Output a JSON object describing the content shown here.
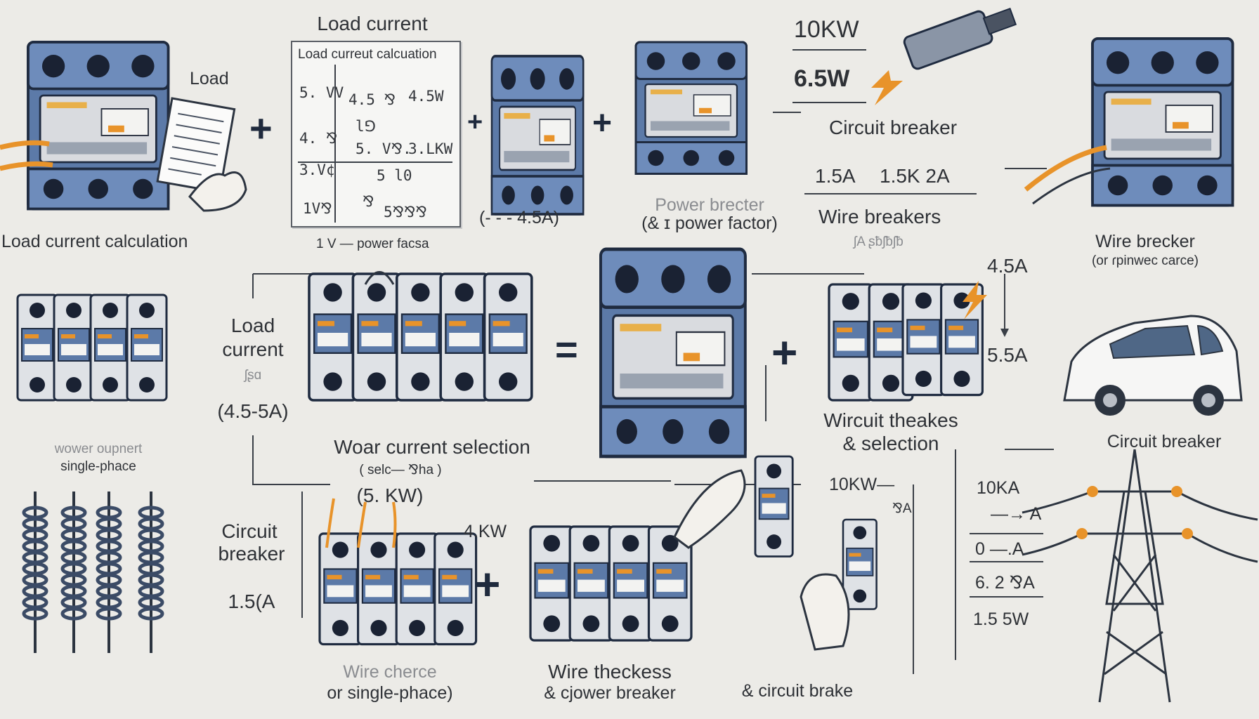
{
  "colors": {
    "background": "#ecebe7",
    "breaker_body": "#5c7aa8",
    "breaker_face": "#d9dbdf",
    "accent_orange": "#e8932a",
    "ink": "#2e3136"
  },
  "icons": [
    "circuit-breaker-icon",
    "paper-note-icon",
    "hand-icon",
    "car-icon",
    "power-tower-icon",
    "wire-coil-icon",
    "lightning-icon"
  ],
  "top_left": {
    "caption": "Load current calculation",
    "load_label": "Load"
  },
  "calc_panel": {
    "title": "Load current",
    "subtitle": "Load curreut calcuation",
    "cells": [
      "5. VV",
      "4.5 ⅋",
      "4.5W",
      "4. ⅋",
      "l⅁",
      "3.V¢",
      "5. V⅋.",
      "3.LKW",
      "5 l0",
      "1V⅋",
      "⅋",
      "5⅋⅋⅋"
    ],
    "footer": "1 V — power facsa"
  },
  "top_center": {
    "range": "(- - - 4.5A)",
    "power_caption_1": "Power brecter",
    "power_caption_2": "(& ɪ power factor)"
  },
  "top_right": {
    "kw_10": "10KW",
    "w_65": "6.5W",
    "circuit_breaker": "Circuit breaker",
    "amps_15": "1.5A",
    "amps_15k2": "1.5K 2A",
    "wire_breakers": "Wire breakers",
    "tiny_note": "ʃA ʂƀʃƀʃƀ",
    "far_caption_1": "Wire brecker",
    "far_caption_2": "(or ɾpinwec carce)"
  },
  "middle": {
    "load_current_1": "Load",
    "load_current_2": "current",
    "small_note": "ʃʂɑ",
    "range_45_5": "(4.5-5A)",
    "left_caption_1": "wower oupnert",
    "left_caption_2": "single-phace",
    "selection_caption": "Woar current  selection",
    "sub_caption": "( selc— ⅋ha )",
    "kw_5": "(5. KW)",
    "equals": "=",
    "plus": "+",
    "amps_45": "4.5A",
    "amps_55": "5.5A",
    "wircuit_1": "Wircuit theakes",
    "wircuit_2": "& selection",
    "car_caption": "Circuit breaker"
  },
  "bottom": {
    "circuit_1": "Circuit",
    "circuit_2": "breaker",
    "amps_15": "1.5(A",
    "kw_4": "4.KW",
    "wire_chance_1": "Wire cherce",
    "wire_chance_2": "or single-phace)",
    "thickness_1": "Wire theckess",
    "thickness_2": "& cjower breaker",
    "kw_10": "10KW—",
    "small_a": "⅋A",
    "circuit_brake": "& circuit brake",
    "table": [
      "10KA",
      "—→ A",
      "0 —.A",
      "6. 2 ⅋A",
      "1.5 5W"
    ]
  }
}
